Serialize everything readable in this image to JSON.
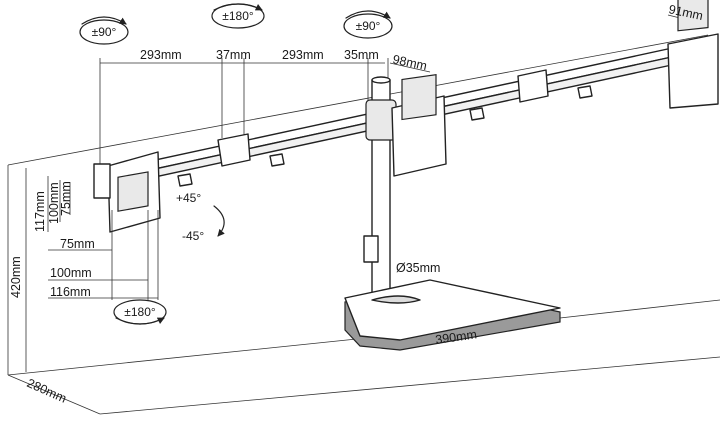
{
  "diagram": {
    "dimensions": {
      "arm_left": "293mm",
      "arm_center": "37mm",
      "arm_right": "293mm",
      "pole_width": "35mm",
      "plate_depth": "98mm",
      "right_plate": "91mm",
      "vesa_v_117": "117mm",
      "vesa_v_100": "100mm",
      "vesa_v_75": "75mm",
      "vesa_h_75": "75mm",
      "vesa_h_100": "100mm",
      "vesa_h_116": "116mm",
      "height": "420mm",
      "base_depth": "280mm",
      "base_width": "390mm",
      "pole_diameter": "Ø35mm"
    },
    "rotations": {
      "left_swivel": "±90°",
      "center_rotate": "±180°",
      "center_swivel": "±90°",
      "bottom_rotate": "±180°"
    },
    "tilt": {
      "up": "+45°",
      "down": "-45°"
    }
  }
}
